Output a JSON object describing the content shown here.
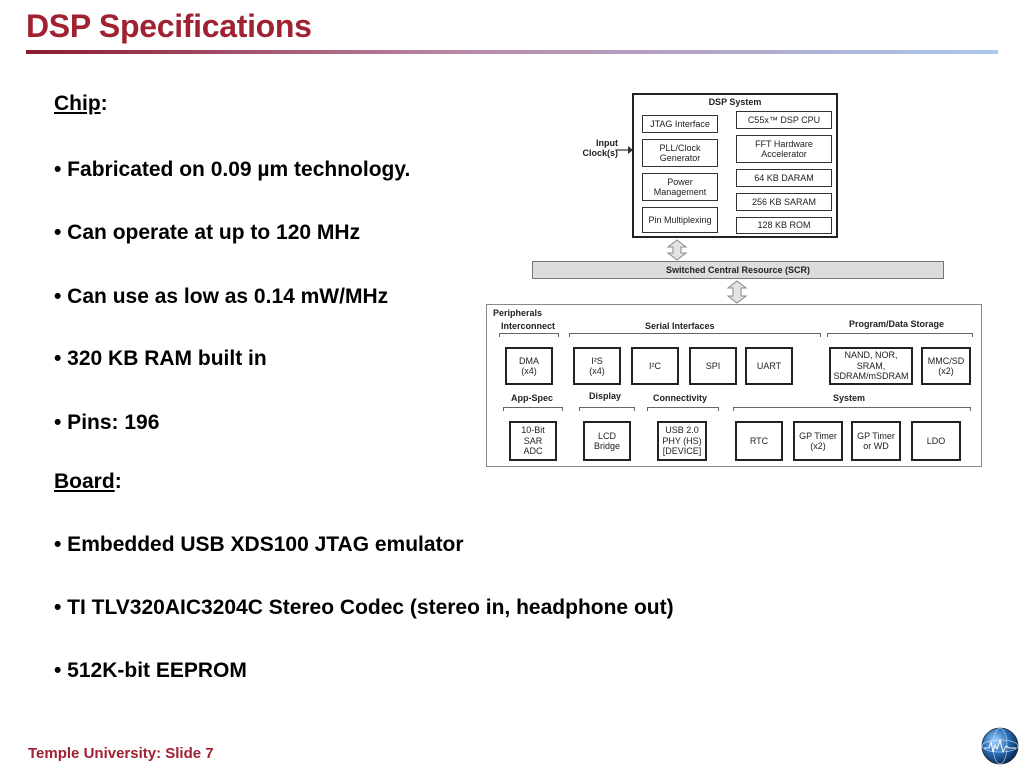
{
  "slide": {
    "title": "DSP Specifications",
    "footer": "Temple University: Slide 7"
  },
  "content": {
    "chip_heading": "Chip",
    "chip_colon": ":",
    "chip_bullets": [
      "• Fabricated on 0.09 µm technology.",
      "• Can operate at up to  120 MHz",
      "• Can use as low as 0.14 mW/MHz",
      "• 320 KB RAM built in",
      "• Pins: 196"
    ],
    "board_heading": "Board",
    "board_colon": ":",
    "board_bullets": [
      "• Embedded USB XDS100 JTAG emulator",
      "• TI TLV320AIC3204C Stereo Codec (stereo in, headphone out)",
      "• 512K-bit EEPROM"
    ]
  },
  "diagram": {
    "input_clock": [
      "Input",
      "Clock(s)"
    ],
    "dsp_system": {
      "title": "DSP System",
      "left": [
        "JTAG Interface",
        "PLL/Clock Generator",
        "Power Management",
        "Pin Multiplexing"
      ],
      "right": [
        "C55x™ DSP CPU",
        "FFT Hardware Accelerator",
        "64 KB DARAM",
        "256 KB SARAM",
        "128 KB ROM"
      ]
    },
    "scr": "Switched Central Resource (SCR)",
    "peripherals": {
      "title": "Peripherals",
      "groups": {
        "interconnect": "Interconnect",
        "serial": "Serial Interfaces",
        "storage": "Program/Data Storage",
        "appspec": "App-Spec",
        "display": "Display",
        "connectivity": "Connectivity",
        "system": "System"
      },
      "row1": {
        "dma": [
          "DMA",
          "(x4)"
        ],
        "i2s": [
          "I²S",
          "(x4)"
        ],
        "i2c": "I²C",
        "spi": "SPI",
        "uart": "UART",
        "nand": [
          "NAND, NOR,",
          "SRAM,",
          "SDRAM/mSDRAM"
        ],
        "mmc": [
          "MMC/SD",
          "(x2)"
        ]
      },
      "row2": {
        "adc": [
          "10-Bit",
          "SAR",
          "ADC"
        ],
        "lcd": [
          "LCD",
          "Bridge"
        ],
        "usb": [
          "USB 2.0",
          "PHY (HS)",
          "[DEVICE]"
        ],
        "rtc": "RTC",
        "gpt1": [
          "GP Timer",
          "(x2)"
        ],
        "gpt2": [
          "GP Timer",
          "or WD"
        ],
        "ldo": "LDO"
      }
    }
  },
  "colors": {
    "title": "#a02132",
    "footer": "#a02132",
    "scr_fill": "#dcdcdc"
  },
  "icons": {
    "globe": "globe-logo-icon"
  }
}
